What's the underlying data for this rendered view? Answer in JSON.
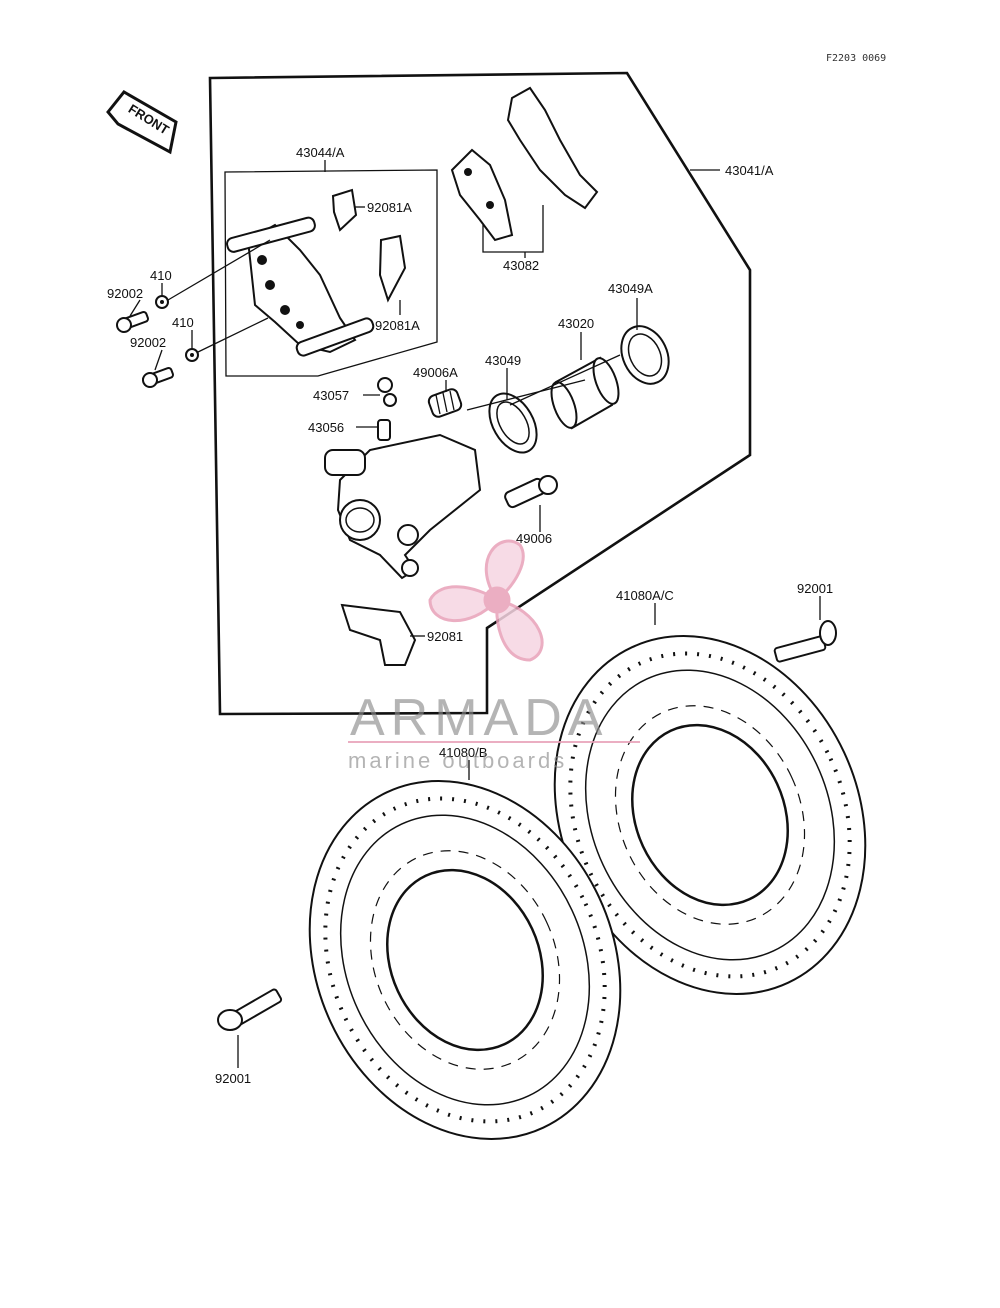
{
  "figure_code": "F2203 0069",
  "front_label": "FRONT",
  "labels": {
    "l43044A": "43044/A",
    "l92081A_top": "92081A",
    "l92081A_bot": "92081A",
    "l410_top": "410",
    "l410_bot": "410",
    "l92002_top": "92002",
    "l92002_bot": "92002",
    "l43082": "43082",
    "l43041A": "43041/A",
    "l43049A": "43049A",
    "l43020": "43020",
    "l43049": "43049",
    "l49006A": "49006A",
    "l43057": "43057",
    "l43056": "43056",
    "l49006": "49006",
    "l92081": "92081",
    "l41080AC": "41080A/C",
    "l92001_right": "92001",
    "l41080B": "41080/B",
    "l92001_left": "92001"
  },
  "watermark": {
    "brand": "ARMADA",
    "tagline": "marine outboards",
    "color": "#e8a0b8"
  }
}
